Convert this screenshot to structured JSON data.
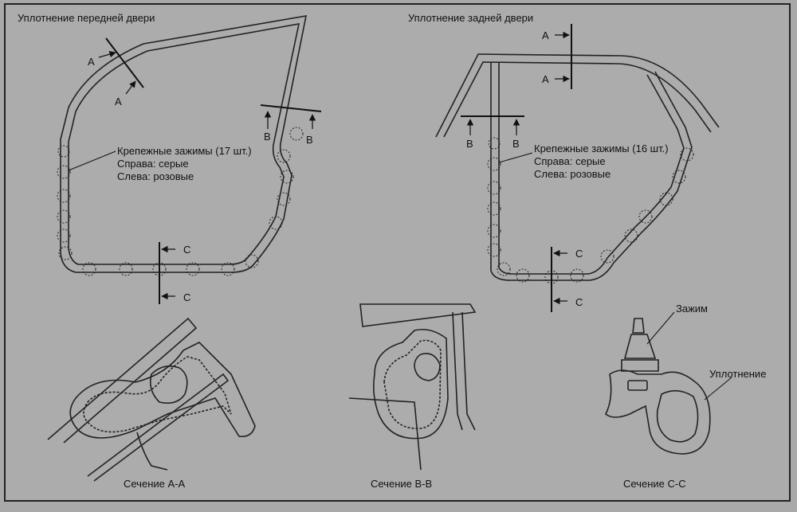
{
  "front_door": {
    "title": "Уплотнение передней двери",
    "clips_lines": [
      "Крепежные зажимы (17 шт.)",
      "Справа: серые",
      "Слева: розовые"
    ],
    "markers": [
      "A",
      "A",
      "B",
      "B",
      "C",
      "C"
    ]
  },
  "rear_door": {
    "title": "Уплотнение задней двери",
    "clips_lines": [
      "Крепежные зажимы (16 шт.)",
      "Справа: серые",
      "Слева: розовые"
    ],
    "markers": [
      "A",
      "A",
      "B",
      "B",
      "C",
      "C"
    ]
  },
  "sections": {
    "aa": "Сечение A-A",
    "bb": "Сечение B-B",
    "cc": "Сечение C-C",
    "clip_label": "Зажим",
    "seal_label": "Уплотнение"
  }
}
